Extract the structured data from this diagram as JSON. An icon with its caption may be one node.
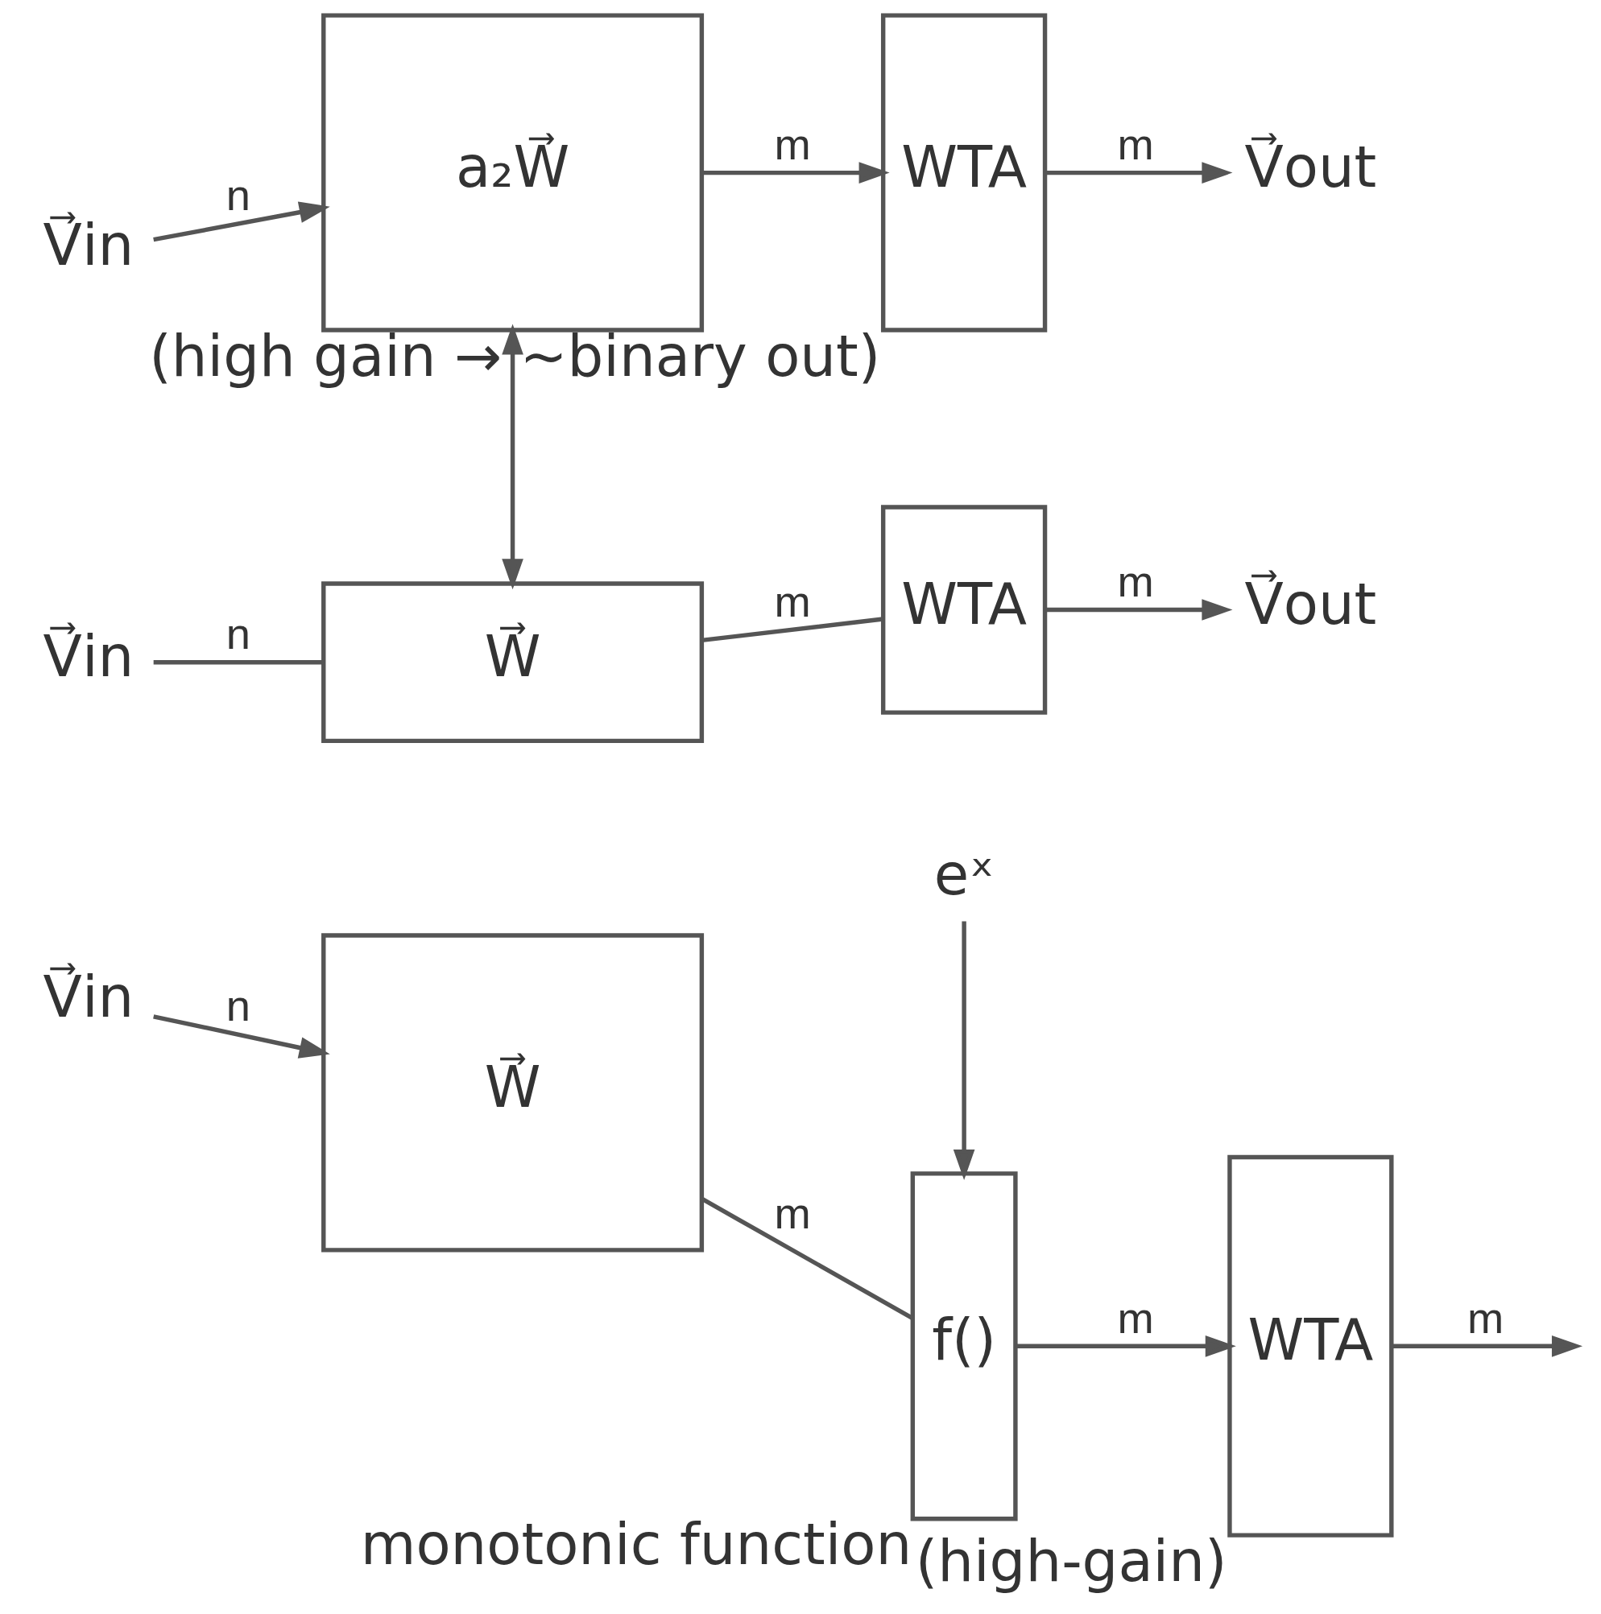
{
  "diagram": {
    "nodes": [
      {
        "text": [
          "V⃗in"
        ]
      },
      {
        "text": [
          "a₂W⃗"
        ]
      },
      {
        "text": [
          "WTA"
        ],
        "beside": [
          "(high gain → ~binary out)"
        ]
      },
      {
        "text": [
          "V⃗out"
        ]
      },
      {
        "text": [
          "V⃗in"
        ]
      },
      {
        "text": [
          "W⃗"
        ]
      },
      {
        "text": [
          "WTA"
        ]
      },
      {
        "text": [
          "V⃗out"
        ]
      },
      {
        "text": [
          "V⃗in"
        ]
      },
      {
        "text": [
          "W⃗"
        ]
      },
      {
        "text": [
          "f()"
        ],
        "beside": [
          "monotonic function"
        ]
      },
      {
        "text": [
          "eˣ"
        ]
      },
      {
        "text": [
          "WTA"
        ],
        "beside": [
          "(high-gain)"
        ]
      }
    ],
    "edges": [
      {
        "from": 0,
        "to": 1,
        "arrow": "to",
        "label": "n"
      },
      {
        "from": 1,
        "to": 2,
        "arrow": "to",
        "label": "m"
      },
      {
        "from": 2,
        "to": 3,
        "arrow": "to",
        "label": "m"
      },
      {
        "from": 1,
        "to": 5,
        "arrow": "both"
      },
      {
        "from": 4,
        "to": 5,
        "arrow": "none",
        "label": "n"
      },
      {
        "from": 5,
        "to": 6,
        "arrow": "none",
        "label": "m"
      },
      {
        "from": 6,
        "to": 7,
        "arrow": "to",
        "label": "m"
      },
      {
        "from": 8,
        "to": 9,
        "arrow": "to",
        "label": "n"
      },
      {
        "from": 9,
        "to": 10,
        "arrow": "none",
        "label": "m"
      },
      {
        "from": 10,
        "to": 12,
        "arrow": "to",
        "label": "m"
      },
      {
        "from": 12,
        "to": null,
        "arrow": "to",
        "label": "m"
      },
      {
        "from": 11,
        "to": 10,
        "arrow": "to"
      }
    ]
  }
}
